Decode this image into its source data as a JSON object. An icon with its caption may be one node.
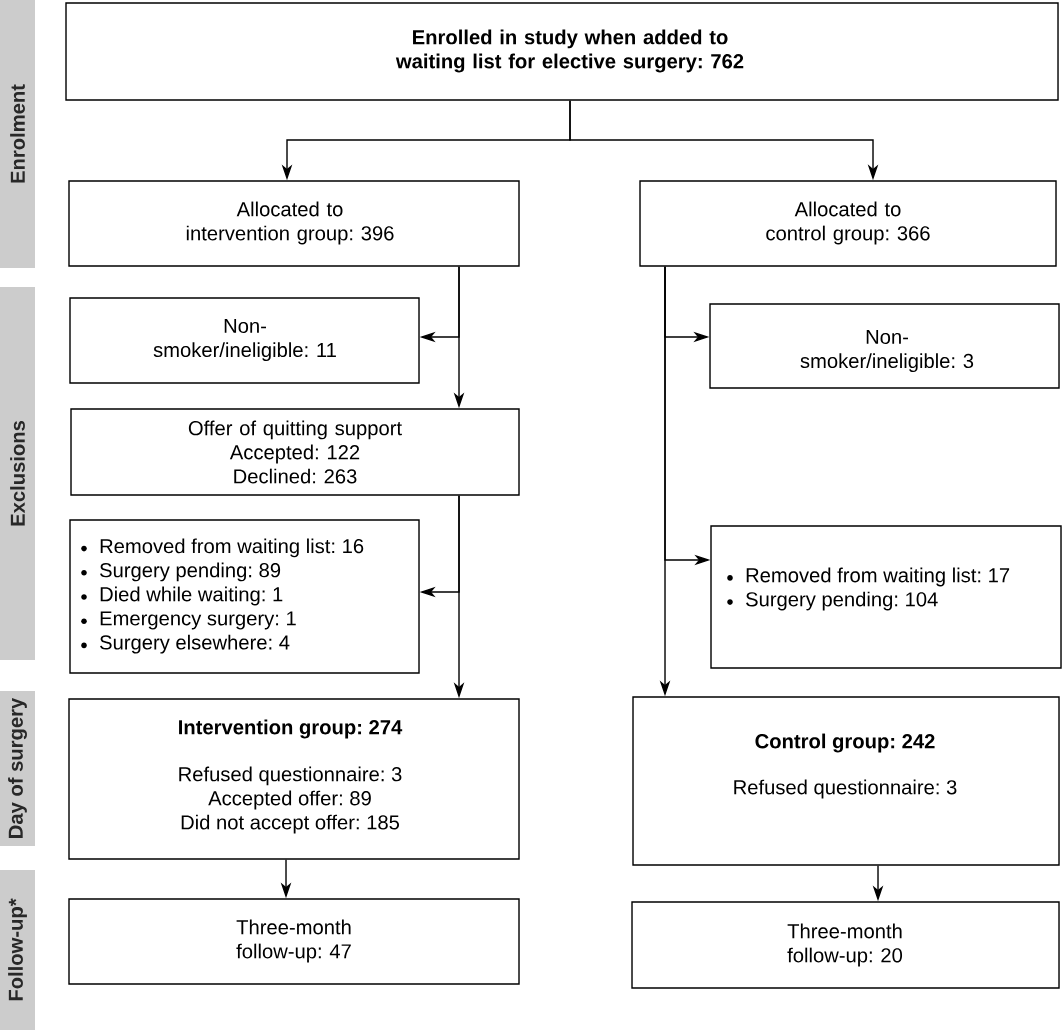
{
  "diagram": {
    "nodes": [
      {
        "text": [
          "Enrolment"
        ]
      },
      {
        "text": [
          "Exclusions"
        ]
      },
      {
        "text": [
          "Day of surgery"
        ]
      },
      {
        "text": [
          "Follow-up*"
        ]
      },
      {
        "text": [
          "Enrolled in study when added to waiting list for elective surgery: 762"
        ]
      },
      {
        "text": [
          "Allocated to intervention group: 396"
        ]
      },
      {
        "text": [
          "Allocated to control group: 366"
        ]
      },
      {
        "text": [
          "Non-smoker/ineligible: 11"
        ]
      },
      {
        "text": [
          "Offer of quitting support",
          "Accepted: 122",
          "Declined: 263"
        ]
      },
      {
        "text": [
          "Non-smoker/ineligible: 3"
        ]
      },
      {
        "text": [
          "Removed from waiting list: 16",
          "Surgery pending: 89",
          "Died while waiting: 1",
          "Emergency surgery: 1",
          "Surgery elsewhere: 4"
        ]
      },
      {
        "text": [
          "Removed from waiting list: 17",
          "Surgery pending: 104"
        ]
      },
      {
        "text": [
          "Intervention group: 274",
          "Refused questionnaire: 3",
          "Accepted offer: 89",
          "Did not accept offer: 185"
        ]
      },
      {
        "text": [
          "Control group: 242",
          "Refused questionnaire: 3"
        ]
      },
      {
        "text": [
          "Three-month follow-up: 47"
        ]
      },
      {
        "text": [
          "Three-month follow-up: 20"
        ]
      }
    ],
    "edges": [
      {
        "from": 4,
        "to": 5,
        "arrow": "to"
      },
      {
        "from": 4,
        "to": 6,
        "arrow": "to"
      },
      {
        "from": 5,
        "to": 7,
        "arrow": "to"
      },
      {
        "from": 5,
        "to": 8,
        "arrow": "to"
      },
      {
        "from": 8,
        "to": 10,
        "arrow": "to"
      },
      {
        "from": 8,
        "to": 12,
        "arrow": "to"
      },
      {
        "from": 6,
        "to": 9,
        "arrow": "to"
      },
      {
        "from": 6,
        "to": 11,
        "arrow": "to"
      },
      {
        "from": 6,
        "to": 13,
        "arrow": "to"
      },
      {
        "from": 12,
        "to": 14,
        "arrow": "to"
      },
      {
        "from": 13,
        "to": 15,
        "arrow": "to"
      }
    ]
  }
}
